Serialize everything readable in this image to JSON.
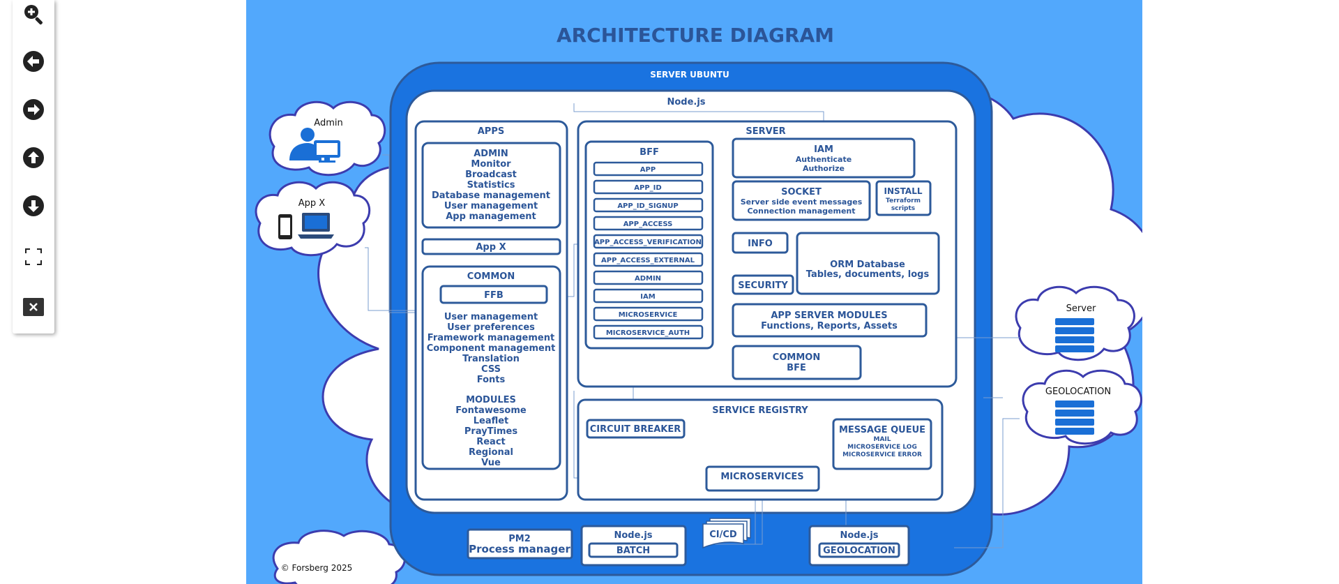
{
  "toolbar": {
    "buttons": [
      {
        "name": "zoom-in-icon"
      },
      {
        "name": "arrow-left-icon"
      },
      {
        "name": "arrow-right-icon"
      },
      {
        "name": "arrow-up-icon"
      },
      {
        "name": "arrow-down-icon"
      },
      {
        "name": "fullscreen-icon"
      },
      {
        "name": "close-icon"
      }
    ]
  },
  "diagram": {
    "title": "ARCHITECTURE DIAGRAM",
    "server_label": "SERVER UBUNTU",
    "runtime_label": "Node.js",
    "actors": {
      "admin": "Admin",
      "appx": "App X",
      "server": "Server",
      "geolocation": "GEOLOCATION"
    },
    "apps": {
      "title": "APPS",
      "admin": [
        "ADMIN",
        "Monitor",
        "Broadcast",
        "Statistics",
        "Database management",
        "User management",
        "App management"
      ],
      "appx": "App X",
      "common_title": "COMMON",
      "ffb": "FFB",
      "common_lines": [
        "User management",
        "User preferences",
        "Framework management",
        "Component management",
        "Translation",
        "CSS",
        "Fonts",
        "",
        "MODULES",
        "Fontawesome",
        "Leaflet",
        "PrayTimes",
        "React",
        "Regional",
        "Vue"
      ]
    },
    "server": {
      "title": "SERVER",
      "bff_title": "BFF",
      "bff_items": [
        "APP",
        "APP_ID",
        "APP_ID_SIGNUP",
        "APP_ACCESS",
        "APP_ACCESS_VERIFICATION",
        "APP_ACCESS_EXTERNAL",
        "ADMIN",
        "IAM",
        "MICROSERVICE",
        "MICROSERVICE_AUTH"
      ],
      "iam": [
        "IAM",
        "Authenticate",
        "Authorize"
      ],
      "socket": [
        "SOCKET",
        "Server side event messages",
        "Connection management"
      ],
      "install": [
        "INSTALL",
        "Terraform",
        "scripts"
      ],
      "info": "INFO",
      "security": "SECURITY",
      "orm": [
        "ORM Database",
        "Tables, documents, logs"
      ],
      "modules": [
        "APP SERVER MODULES",
        "Functions, Reports, Assets"
      ],
      "common": [
        "COMMON",
        "BFE"
      ]
    },
    "registry": {
      "title": "SERVICE REGISTRY",
      "circuit": "CIRCUIT BREAKER",
      "queue": [
        "MESSAGE QUEUE",
        "MAIL",
        "MICROSERVICE LOG",
        "MICROSERVICE ERROR"
      ],
      "micro": "MICROSERVICES"
    },
    "bottom": {
      "pm2": [
        "PM2",
        "Process manager"
      ],
      "batch": [
        "Node.js",
        "BATCH"
      ],
      "cicd": "CI/CD",
      "geo": [
        "Node.js",
        "GEOLOCATION"
      ]
    },
    "copyright": "© Forsberg 2025"
  },
  "colors": {
    "background": "#52a8fc",
    "server_frame": "#1a73e0",
    "stroke": "#2d5a9a",
    "text": "#2b5598"
  }
}
